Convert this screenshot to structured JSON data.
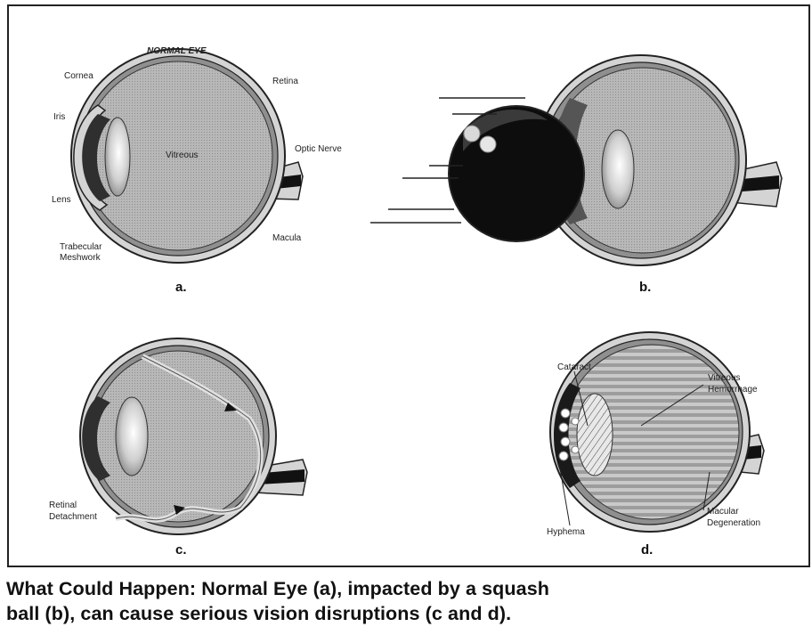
{
  "figure_title": "NORMAL EYE",
  "panel_a": {
    "letter": "a.",
    "labels": {
      "cornea": "Cornea",
      "iris": "Iris",
      "lens": "Lens",
      "trabecular_1": "Trabecular",
      "trabecular_2": "Meshwork",
      "vitreous": "Vitreous",
      "retina": "Retina",
      "optic_nerve": "Optic Nerve",
      "macula": "Macula"
    }
  },
  "panel_b": {
    "letter": "b."
  },
  "panel_c": {
    "letter": "c.",
    "labels": {
      "retinal": "Retinal",
      "detachment": "Detachment"
    }
  },
  "panel_d": {
    "letter": "d.",
    "labels": {
      "cataract": "Cataract",
      "vitreous": "Vitreous",
      "hemorrhage": "Hemorrhage",
      "hyphema": "Hyphema",
      "macular": "Macular",
      "degeneration": "Degeneration"
    }
  },
  "caption": {
    "line1": "What Could Happen: Normal Eye (a), impacted by a squash",
    "line2": "ball (b), can cause serious vision disruptions (c and d)."
  },
  "colors": {
    "vitreous": "#b9b9b9",
    "outer_layer": "#d4d4d4",
    "iris": "#3a3a3a",
    "ball": "#0d0d0d",
    "border": "#222222"
  }
}
